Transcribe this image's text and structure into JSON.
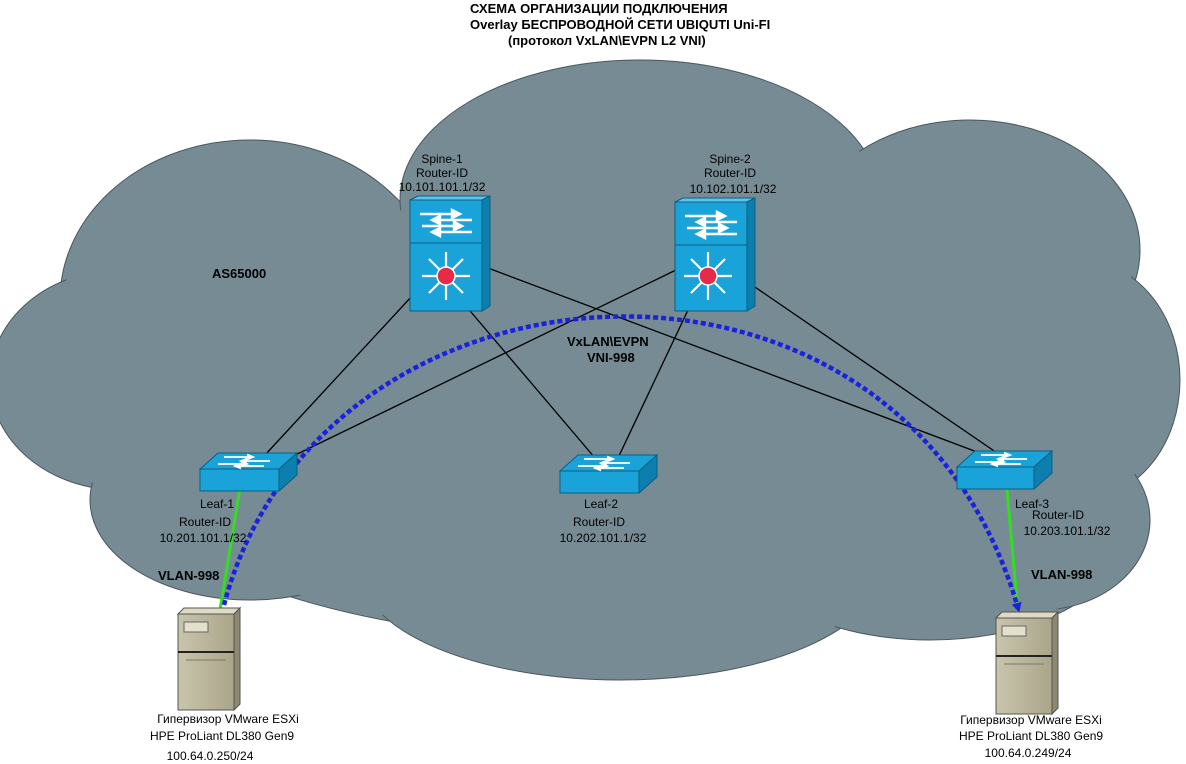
{
  "title": {
    "line1": "СХЕМА ОРГАНИЗАЦИИ ПОДКЛЮЧЕНИЯ",
    "line2": "Overlay БЕСПРОВОДНОЙ СЕТИ UBIQUTI Uni-FI",
    "line3": "(протокол VxLAN\\EVPN L2 VNI)"
  },
  "as_label": "AS65000",
  "overlay": {
    "line1": "VxLAN\\EVPN",
    "line2": "VNI-998"
  },
  "spines": [
    {
      "name": "Spine-1",
      "rid_label": "Router-ID",
      "rid": "10.101.101.1/32"
    },
    {
      "name": "Spine-2",
      "rid_label": "Router-ID",
      "rid": "10.102.101.1/32"
    }
  ],
  "leafs": [
    {
      "name": "Leaf-1",
      "rid_label": "Router-ID",
      "rid": "10.201.101.1/32"
    },
    {
      "name": "Leaf-2",
      "rid_label": "Router-ID",
      "rid": "10.202.101.1/32"
    },
    {
      "name": "Leaf-3",
      "rid_label": "Router-ID",
      "rid": "10.203.101.1/32"
    }
  ],
  "vlans": [
    "VLAN-998",
    "VLAN-998"
  ],
  "servers": [
    {
      "line1": "Гипервизор VMware ESXi",
      "line2": "HPE ProLiant DL380 Gen9",
      "ip": "100.64.0.250/24"
    },
    {
      "line1": "Гипервизор VMware ESXi",
      "line2": "HPE ProLiant DL380 Gen9",
      "ip": "100.64.0.249/24"
    }
  ],
  "colors": {
    "cloud": "#768b93",
    "switch": "#1aa3d9",
    "access_link": "#33dd22",
    "overlay_arc": "#1a22dd",
    "spine_center": "#e8294a"
  }
}
